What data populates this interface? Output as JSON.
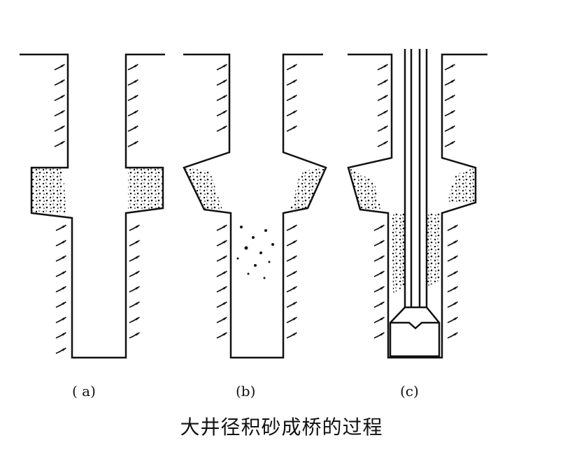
{
  "panels": [
    {
      "label": "( a)"
    },
    {
      "label": "(b)"
    },
    {
      "label": "(c)"
    }
  ],
  "caption": "大井径积砂成桥的过程",
  "colors": {
    "ink": "#111111",
    "background": "#ffffff"
  }
}
